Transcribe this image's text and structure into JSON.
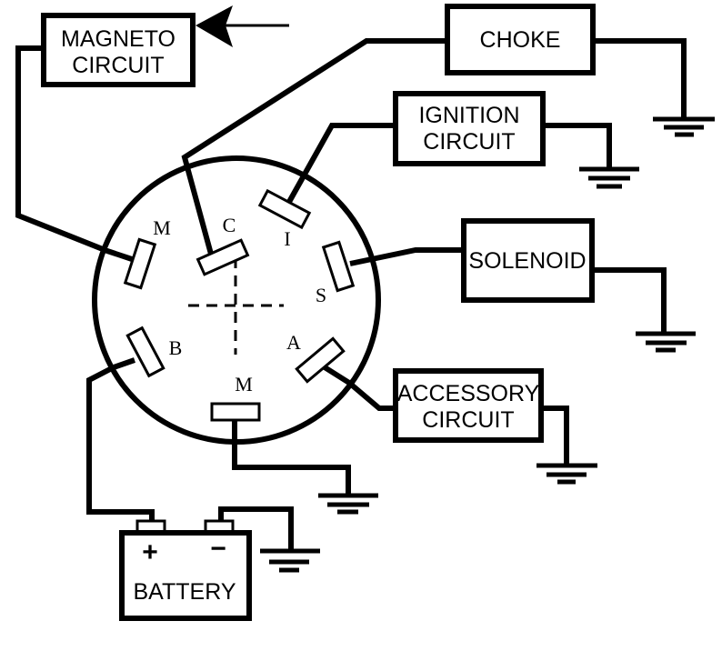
{
  "diagram": {
    "type": "ignition switch wiring diagram",
    "components": {
      "magneto": {
        "line1": "MAGNETO",
        "line2": "CIRCUIT"
      },
      "choke": {
        "label": "CHOKE"
      },
      "ignition": {
        "line1": "IGNITION",
        "line2": "CIRCUIT"
      },
      "solenoid": {
        "label": "SOLENOID"
      },
      "accessory": {
        "line1": "ACCESSORY",
        "line2": "CIRCUIT"
      },
      "battery": {
        "label": "BATTERY",
        "positive": "+",
        "negative": "−"
      }
    },
    "switch_terminals": {
      "m_top": "M",
      "c": "C",
      "i": "I",
      "s": "S",
      "a": "A",
      "m_bottom": "M",
      "b": "B"
    },
    "connections": [
      {
        "from": "M",
        "to": "MAGNETO CIRCUIT"
      },
      {
        "from": "C",
        "to": "CHOKE"
      },
      {
        "from": "I",
        "to": "IGNITION CIRCUIT"
      },
      {
        "from": "S",
        "to": "SOLENOID"
      },
      {
        "from": "A",
        "to": "ACCESSORY CIRCUIT"
      },
      {
        "from": "M (bottom)",
        "to": "ground"
      },
      {
        "from": "B",
        "to": "BATTERY +"
      },
      {
        "from": "BATTERY −",
        "to": "ground"
      }
    ]
  }
}
